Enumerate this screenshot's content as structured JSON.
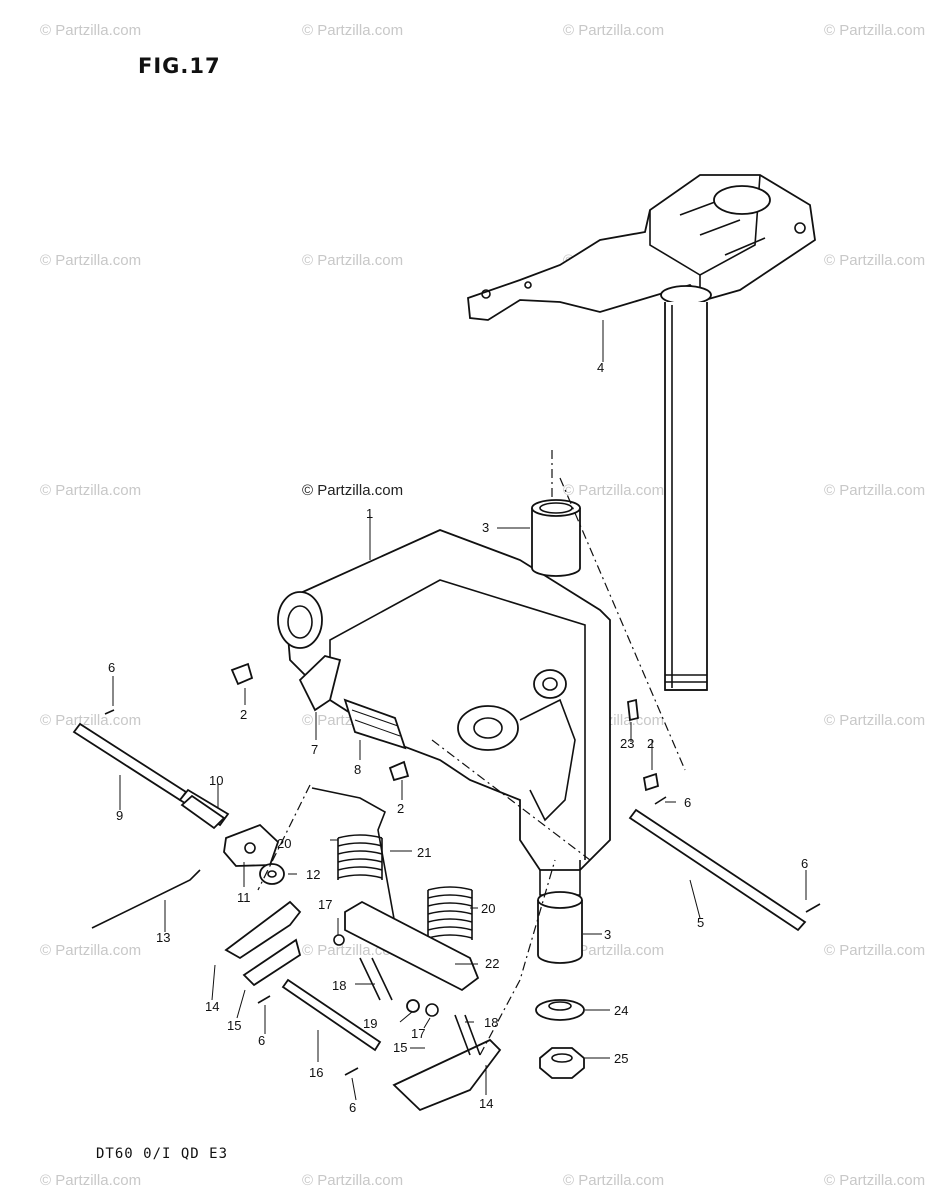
{
  "figure": {
    "title": "FIG.17",
    "model_code": "DT60 0/I QD E3"
  },
  "watermark": {
    "text": "© Partzilla.com",
    "center_text": "© Partzilla.com"
  },
  "callouts": [
    "1",
    "2",
    "2",
    "2",
    "3",
    "3",
    "4",
    "5",
    "6",
    "6",
    "6",
    "6",
    "6",
    "7",
    "8",
    "9",
    "10",
    "11",
    "12",
    "13",
    "14",
    "14",
    "15",
    "15",
    "16",
    "17",
    "17",
    "18",
    "18",
    "19",
    "20",
    "20",
    "21",
    "22",
    "23",
    "24",
    "25"
  ]
}
